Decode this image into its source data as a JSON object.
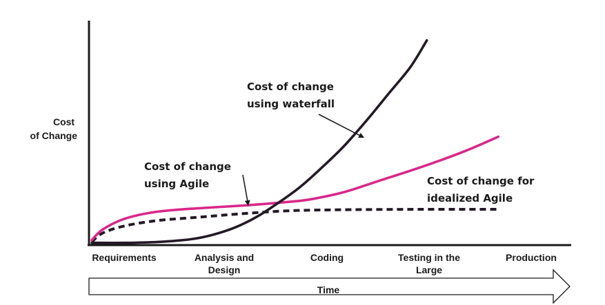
{
  "chart_data": {
    "type": "line",
    "title": "",
    "ylabel": [
      "Cost",
      "of Change"
    ],
    "xlabel": "Time",
    "categories": [
      [
        "Requirements"
      ],
      [
        "Analysis and",
        "Design"
      ],
      [
        "Coding"
      ],
      [
        "Testing in the",
        "Large"
      ],
      [
        "Production"
      ]
    ],
    "xlim": [
      0,
      4
    ],
    "ylim": [
      0,
      10
    ],
    "grid": false,
    "legend": "none",
    "series": [
      {
        "name": "Cost of change using waterfall",
        "color": "#231a26",
        "style": "solid",
        "x": [
          0,
          0.3,
          0.6,
          0.9,
          1.1,
          1.3,
          1.5,
          1.7,
          1.9,
          2.1,
          2.3,
          2.5,
          2.7,
          2.9,
          3.05
        ],
        "y": [
          0.05,
          0.05,
          0.1,
          0.25,
          0.5,
          0.9,
          1.5,
          2.3,
          3.2,
          4.3,
          5.5,
          6.9,
          8.4,
          9.9,
          11.4
        ]
      },
      {
        "name": "Cost of change using Agile",
        "color": "#d9278a",
        "style": "solid",
        "x": [
          0,
          0.1,
          0.3,
          0.6,
          1.0,
          1.4,
          1.8,
          2.0,
          2.3,
          2.6,
          3.0,
          3.4,
          3.7
        ],
        "y": [
          0.2,
          0.8,
          1.4,
          1.8,
          2.0,
          2.15,
          2.35,
          2.5,
          2.9,
          3.5,
          4.3,
          5.2,
          6.0
        ]
      },
      {
        "name": "Cost of change for idealized Agile",
        "color": "#231a26",
        "style": "dashed",
        "x": [
          0,
          0.1,
          0.3,
          0.6,
          1.0,
          1.4,
          1.8,
          2.2,
          2.6,
          3.0,
          3.4,
          3.7
        ],
        "y": [
          0.1,
          0.6,
          1.0,
          1.3,
          1.5,
          1.7,
          1.85,
          1.9,
          1.92,
          1.93,
          1.93,
          1.93
        ]
      }
    ],
    "annotations": [
      {
        "text": [
          "Cost of change",
          "using waterfall"
        ],
        "series": 0,
        "arrow_x": 2.5,
        "arrow_y": 6.0
      },
      {
        "text": [
          "Cost of change",
          "using Agile"
        ],
        "series": 1,
        "arrow_x": 1.45,
        "arrow_y": 2.2
      },
      {
        "text": [
          "Cost of change for",
          "idealized Agile"
        ],
        "series": 2
      }
    ]
  }
}
